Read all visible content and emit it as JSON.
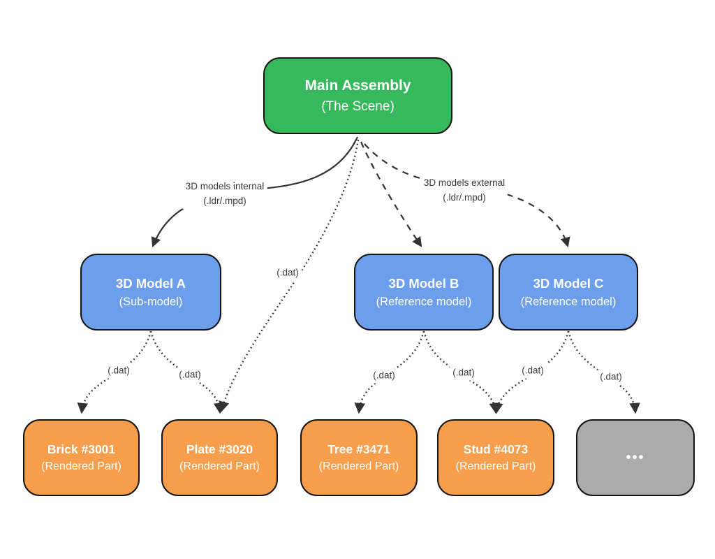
{
  "colors": {
    "background": "#ffffff",
    "green": "#36b95d",
    "blue": "#6d9eeb",
    "orange": "#f79e4c",
    "gray": "#ababab",
    "node_border": "#141414",
    "node_text": "#ffffff",
    "edge": "#333333",
    "label_text": "#3a3a3a"
  },
  "diagram": {
    "nodes": [
      {
        "id": "main",
        "title": "Main Assembly",
        "subtitle": "(The Scene)",
        "type": "scene"
      },
      {
        "id": "modelA",
        "title": "3D Model A",
        "subtitle": "(Sub-model)",
        "type": "model"
      },
      {
        "id": "modelB",
        "title": "3D Model B",
        "subtitle": "(Reference model)",
        "type": "model"
      },
      {
        "id": "modelC",
        "title": "3D Model C",
        "subtitle": "(Reference model)",
        "type": "model"
      },
      {
        "id": "brick",
        "title": "Brick #3001",
        "subtitle": "(Rendered Part)",
        "type": "part"
      },
      {
        "id": "plate",
        "title": "Plate #3020",
        "subtitle": "(Rendered Part)",
        "type": "part"
      },
      {
        "id": "tree",
        "title": "Tree #3471",
        "subtitle": "(Rendered Part)",
        "type": "part"
      },
      {
        "id": "stud",
        "title": "Stud #4073",
        "subtitle": "(Rendered Part)",
        "type": "part"
      },
      {
        "id": "more",
        "title": "•••",
        "subtitle": "",
        "type": "more"
      }
    ],
    "edge_labels": {
      "internal": {
        "line1": "3D models internal",
        "line2": "(.ldr/.mpd)"
      },
      "external": {
        "line1": "3D models external",
        "line2": "(.ldr/.mpd)"
      },
      "dat": "(.dat)"
    },
    "edges": [
      {
        "from": "Main Assembly",
        "to": "3D Model A",
        "style": "solid",
        "label": "3D models internal (.ldr/.mpd)"
      },
      {
        "from": "Main Assembly",
        "to": "3D Model B",
        "style": "dashed",
        "label": "3D models external (.ldr/.mpd)"
      },
      {
        "from": "Main Assembly",
        "to": "3D Model C",
        "style": "dashed",
        "label": "3D models external (.ldr/.mpd)"
      },
      {
        "from": "Main Assembly",
        "to": "Plate #3020",
        "style": "dotted",
        "label": "(.dat)"
      },
      {
        "from": "3D Model A",
        "to": "Brick #3001",
        "style": "dotted",
        "label": "(.dat)"
      },
      {
        "from": "3D Model A",
        "to": "Plate #3020",
        "style": "dotted",
        "label": "(.dat)"
      },
      {
        "from": "3D Model B",
        "to": "Tree #3471",
        "style": "dotted",
        "label": "(.dat)"
      },
      {
        "from": "3D Model B",
        "to": "Stud #4073",
        "style": "dotted",
        "label": "(.dat)"
      },
      {
        "from": "3D Model C",
        "to": "Stud #4073",
        "style": "dotted",
        "label": "(.dat)"
      },
      {
        "from": "3D Model C",
        "to": "•••",
        "style": "dotted",
        "label": "(.dat)"
      }
    ]
  }
}
